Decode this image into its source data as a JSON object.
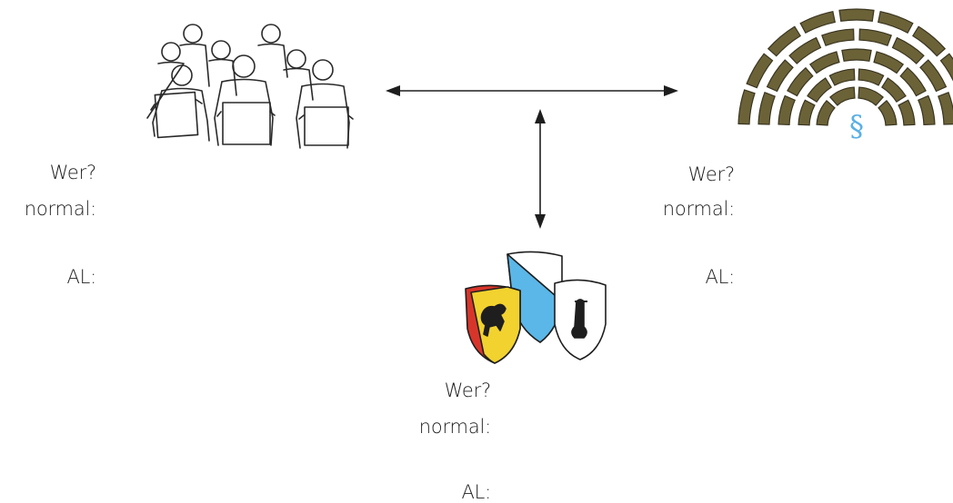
{
  "labels": {
    "people": {
      "wer": "Wer?",
      "normal": "normal:",
      "al": "AL:"
    },
    "parliament": {
      "wer": "Wer?",
      "normal": "normal:",
      "al": "AL:"
    },
    "cantons": {
      "wer": "Wer?",
      "normal": "normal:",
      "al": "AL:"
    }
  },
  "icons": {
    "people": "people-group-icon",
    "parliament": "parliament-hemicycle-icon",
    "cantons": "canton-shields-icon",
    "paragraph_symbol": "§"
  },
  "colors": {
    "ink": "#1e1e1e",
    "parliament_fill": "#6b6238",
    "paragraph": "#5ab0e6",
    "zurich_blue": "#5ab7e8",
    "bern_red": "#d8352a",
    "bern_yellow": "#f2d22e"
  }
}
